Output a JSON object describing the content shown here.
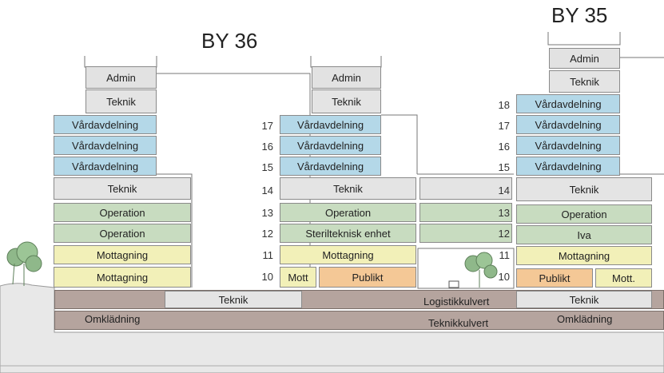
{
  "titles": {
    "by36": "BY 36",
    "by35": "BY 35"
  },
  "floor_numbers": [
    "17",
    "16",
    "15",
    "14",
    "13",
    "12",
    "11",
    "10"
  ],
  "floor_numbers_by35": [
    "18",
    "17",
    "16",
    "15",
    "14",
    "13",
    "12",
    "11",
    "10"
  ],
  "by36_left": {
    "admin": "Admin",
    "teknik_top": "Teknik",
    "vard1": "Vårdavdelning",
    "vard2": "Vårdavdelning",
    "vard3": "Vårdavdelning",
    "teknik": "Teknik",
    "op1": "Operation",
    "op2": "Operation",
    "mott1": "Mottagning",
    "mott2": "Mottagning"
  },
  "by36_right": {
    "admin": "Admin",
    "teknik_top": "Teknik",
    "vard1": "Vårdavdelning",
    "vard2": "Vårdavdelning",
    "vard3": "Vårdavdelning",
    "teknik": "Teknik",
    "op": "Operation",
    "steril": "Sterilteknisk enhet",
    "mott": "Mottagning",
    "mott_small": "Mott",
    "publikt": "Publikt"
  },
  "by35": {
    "admin": "Admin",
    "teknik_top": "Teknik",
    "vard1": "Vårdavdelning",
    "vard2": "Vårdavdelning",
    "vard3": "Vårdavdelning",
    "vard4": "Vårdavdelning",
    "teknik": "Teknik",
    "op": "Operation",
    "iva": "Iva",
    "mott": "Mottagning",
    "publikt": "Publikt",
    "mott_small": "Mott."
  },
  "basement": {
    "teknik_left": "Teknik",
    "logistik": "Logistikkulvert",
    "teknik_right": "Teknik",
    "omkl_left": "Omklädning",
    "teknikkulvert": "Teknikkulvert",
    "omkl_right": "Omklädning"
  },
  "colors": {
    "vardavdelning": "#b4d8e8",
    "operation": "#c8dcc0",
    "mottagning": "#f2f0b8",
    "teknik": "#e4e4e4",
    "publikt": "#f4c896",
    "kulvert": "#b5a49e"
  }
}
